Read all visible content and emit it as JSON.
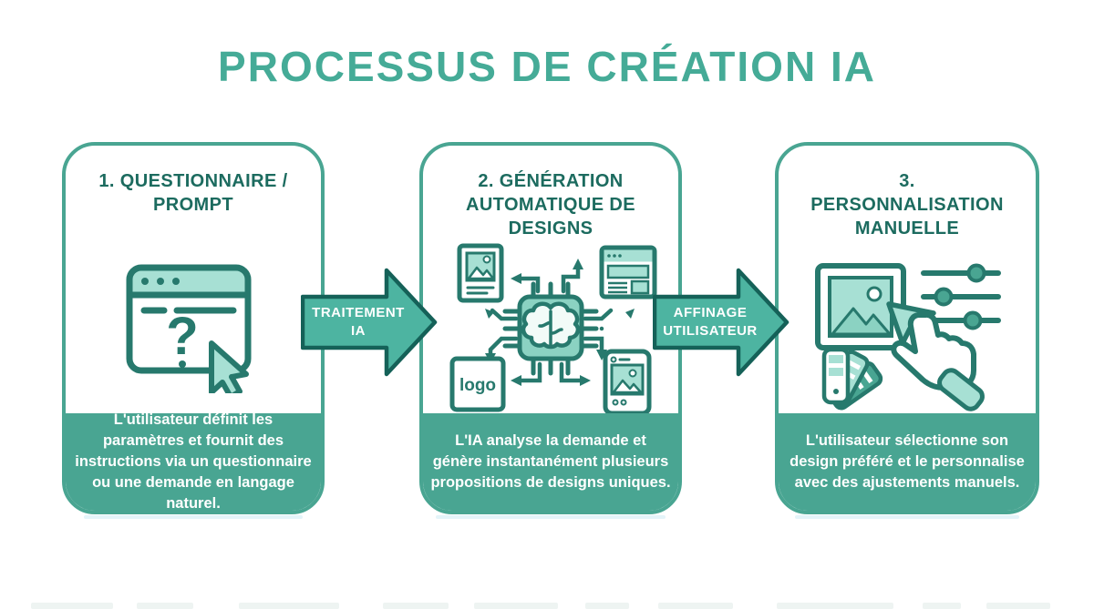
{
  "title": "PROCESSUS DE CRÉATION IA",
  "colors": {
    "accent_teal": "#49a592",
    "title_teal": "#45ab97",
    "heading_dark_teal": "#1c6b5f",
    "icon_outline": "#27796d",
    "icon_fill_mint": "#a7e0d4",
    "chip_fill": "#8bd2c2",
    "arrow_fill": "#4db4a1",
    "arrow_border": "#156158",
    "panel_text": "#ffffff"
  },
  "steps": [
    {
      "heading": "1. QUESTIONNAIRE / PROMPT",
      "icon": "browser-question-icon",
      "icon_glyph": "?",
      "description": "L'utilisateur définit les paramètres et fournit des instructions via un questionnaire ou une demande en langage naturel."
    },
    {
      "heading": "2. GÉNÉRATION AUTOMATIQUE DE DESIGNS",
      "icon": "ai-chip-brain-icon",
      "logo_text": "logo",
      "description": "L'IA analyse la demande et génère instantanément plusieurs propositions de designs uniques."
    },
    {
      "heading": "3. PERSONNALISATION MANUELLE",
      "icon": "manual-customization-icon",
      "description": "L'utilisateur sélectionne son design préféré et le personnalise avec des ajustements manuels."
    }
  ],
  "arrows": [
    {
      "label": "TRAITEMENT IA"
    },
    {
      "label": "AFFINAGE UTILISATEUR"
    }
  ]
}
